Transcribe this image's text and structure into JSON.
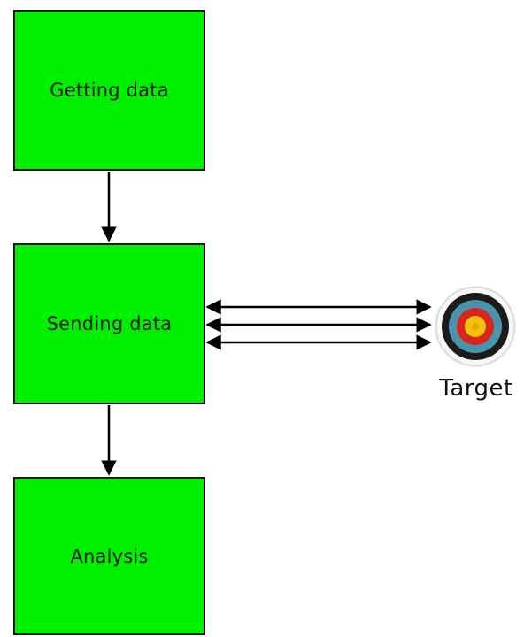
{
  "colors": {
    "box_fill": "#00f000",
    "border": "#111111",
    "arrow": "#000000"
  },
  "boxes": {
    "getting": {
      "label": "Getting data"
    },
    "sending": {
      "label": "Sending data"
    },
    "analysis": {
      "label": "Analysis"
    }
  },
  "target": {
    "icon": "archery-target-icon",
    "label": "Target"
  }
}
